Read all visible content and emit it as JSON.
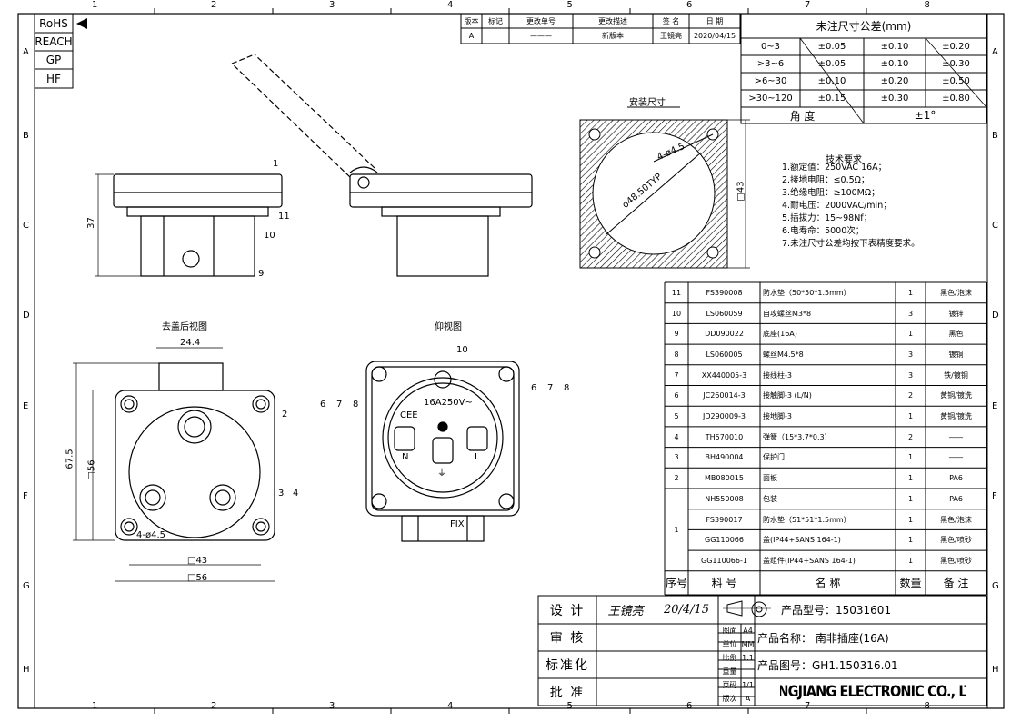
{
  "frame": {
    "top_numbers": [
      "1",
      "2",
      "3",
      "4",
      "5",
      "6",
      "7",
      "8"
    ],
    "side_letters": [
      "A",
      "B",
      "C",
      "D",
      "E",
      "F",
      "G",
      "H"
    ]
  },
  "compliance": [
    "RoHS",
    "REACH",
    "GP",
    "HF"
  ],
  "revision": {
    "headers": [
      "版本",
      "标记",
      "更改单号",
      "更改描述",
      "签 名",
      "日 期"
    ],
    "row": [
      "A",
      "",
      "———",
      "新版本",
      "王镜亮",
      "2020/04/15"
    ]
  },
  "tolerance": {
    "title": "未注尺寸公差(mm)",
    "rows": [
      [
        "0~3",
        "±0.05",
        "±0.10",
        "±0.20"
      ],
      [
        ">3~6",
        "±0.05",
        "±0.10",
        "±0.30"
      ],
      [
        ">6~30",
        "±0.10",
        "±0.20",
        "±0.50"
      ],
      [
        ">30~120",
        "±0.15",
        "±0.30",
        "±0.80"
      ]
    ],
    "angle_label": "角   度",
    "angle_value": "±1°"
  },
  "install": {
    "title": "安装尺寸",
    "dims": [
      "4-ø4.5",
      "ø48.50TYP",
      "□43"
    ]
  },
  "tech_req": {
    "title": "技术要求",
    "items": [
      "1.额定值：250VAC 16A；",
      "2.接地电阻：≤0.5Ω；",
      "3.绝缘电阻：≥100MΩ；",
      "4.耐电压：2000VAC/min；",
      "5.插拔力：15~98Nf；",
      "6.电寿命：5000次；",
      "7.未注尺寸公差均按下表精度要求。"
    ]
  },
  "views": {
    "rear_title": "去盖后视图",
    "bottom_title": "仰视图",
    "side_dim": "37",
    "rear_dims": [
      "24.4",
      "67.5",
      "□56",
      "4-ø4.5",
      "□43",
      "□56"
    ],
    "balloons_side": [
      "1",
      "11",
      "10",
      "9"
    ],
    "balloons_rear": [
      "2",
      "3",
      "4"
    ],
    "balloons_bottom": [
      "10",
      "6",
      "7",
      "8",
      "6",
      "7",
      "8"
    ],
    "face_text": [
      "16A250V~",
      "CEE",
      "N",
      "L",
      "⏚"
    ],
    "tab_label": "FIX"
  },
  "bom": {
    "header": [
      "序号",
      "料 号",
      "名  称",
      "数量",
      "备 注"
    ],
    "rows": [
      [
        "11",
        "FS390008",
        "防水垫（50*50*1.5mm）",
        "1",
        "黑色/泡沫"
      ],
      [
        "10",
        "LS060059",
        "自攻螺丝M3*8",
        "3",
        "镀锌"
      ],
      [
        "9",
        "DD090022",
        "底座(16A)",
        "1",
        "黑色"
      ],
      [
        "8",
        "LS060005",
        "螺丝M4.5*8",
        "3",
        "镀铜"
      ],
      [
        "7",
        "XX440005-3",
        "接线柱-3",
        "3",
        "铁/镀铜"
      ],
      [
        "6",
        "JC260014-3",
        "接触脚-3 (L/N)",
        "2",
        "黄铜/镀洗"
      ],
      [
        "5",
        "JD290009-3",
        "接地脚-3",
        "1",
        "黄铜/镀洗"
      ],
      [
        "4",
        "TH570010",
        "弹簧（15*3.7*0.3）",
        "2",
        "——"
      ],
      [
        "3",
        "BH490004",
        "保护门",
        "1",
        "——"
      ],
      [
        "2",
        "MB080015",
        "面板",
        "1",
        "PA6"
      ],
      [
        "",
        "NH550008",
        "包装",
        "1",
        "PA6"
      ],
      [
        "1",
        "FS390017",
        "防水垫（51*51*1.5mm）",
        "1",
        "黑色/泡沫"
      ],
      [
        "",
        "GG110066",
        "盖(IP44+SANS 164-1)",
        "1",
        "黑色/喷砂"
      ],
      [
        "",
        "GG110066-1",
        "盖组件(IP44+SANS 164-1)",
        "1",
        "黑色/喷砂"
      ]
    ]
  },
  "title_block": {
    "labels": [
      "设   计",
      "审   核",
      "标准化",
      "批   准"
    ],
    "designer": "王镜亮",
    "date": "20/4/15",
    "product_model": "产品型号：15031601",
    "product_name": "产品名称：  南非插座(16A)",
    "drawing_no": "产品图号：GH1.150316.01",
    "meta": [
      [
        "图面",
        "A4"
      ],
      [
        "单位",
        "MM"
      ],
      [
        "比例",
        "1:1"
      ],
      [
        "重量",
        ""
      ],
      [
        "页码",
        "1/1"
      ],
      [
        "版次",
        "A"
      ]
    ],
    "company": "QINGJIANG ELECTRONIC CO., LTD"
  }
}
